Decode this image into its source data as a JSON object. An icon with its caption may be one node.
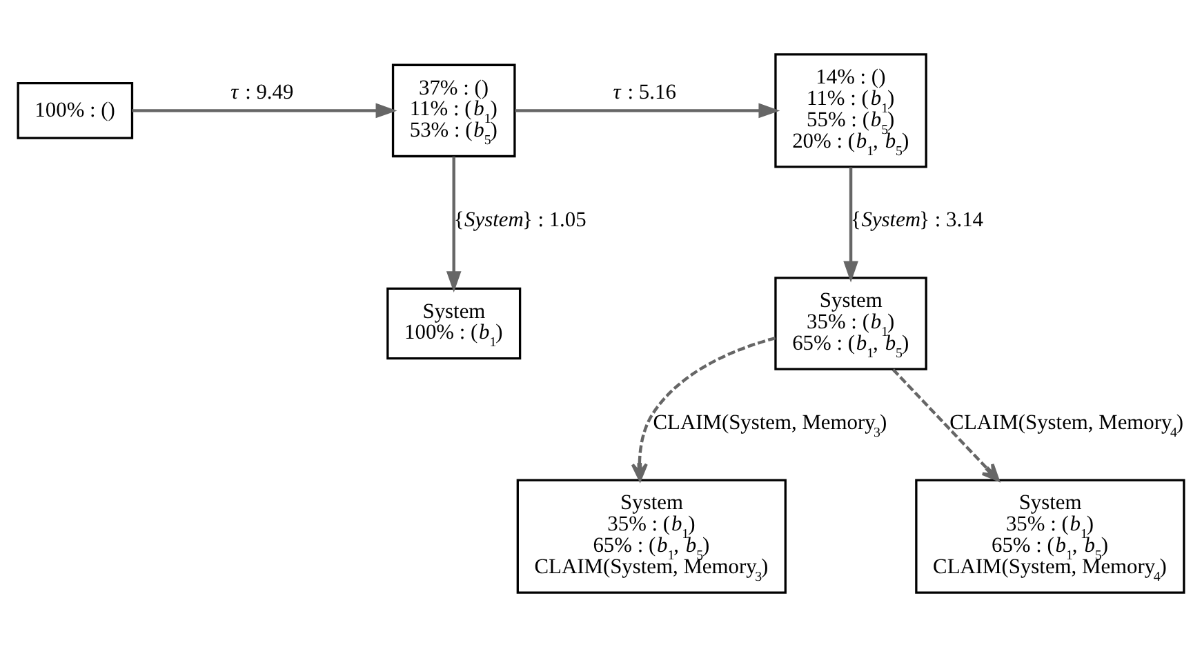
{
  "diagram": {
    "nodes": [
      {
        "text": [
          "100% : ()"
        ]
      },
      {
        "text": [
          "37% : ()",
          "11% : (*b*$_{1}$)",
          "53% : (*b*$_{5}$)"
        ]
      },
      {
        "text": [
          "14% : ()",
          "11% : (*b*$_{1}$)",
          "55% : (*b*$_{5}$)",
          "20% : (*b*$_{1}$, *b*$_{5}$)"
        ]
      },
      {
        "text": [
          "System",
          "100% : (*b*$_{1}$)"
        ]
      },
      {
        "text": [
          "System",
          "35% : (*b*$_{1}$)",
          "65% : (*b*$_{1}$, *b*$_{5}$)"
        ]
      },
      {
        "text": [
          "System",
          "35% : (*b*$_{1}$)",
          "65% : (*b*$_{1}$, *b*$_{5}$)",
          "CLAIM(System, Memory$_{3}$)"
        ]
      },
      {
        "text": [
          "System",
          "35% : (*b*$_{1}$)",
          "65% : (*b*$_{1}$, *b*$_{5}$)",
          "CLAIM(System, Memory$_{4}$)"
        ]
      }
    ],
    "edges": [
      {
        "from": 0,
        "to": 1,
        "arrow": "to",
        "label": "*τ* : 9.49"
      },
      {
        "from": 1,
        "to": 2,
        "arrow": "to",
        "label": "*τ* : 5.16"
      },
      {
        "from": 1,
        "to": 3,
        "arrow": "to",
        "label": "{*System*} : 1.05"
      },
      {
        "from": 2,
        "to": 4,
        "arrow": "to",
        "label": "{*System*} : 3.14"
      },
      {
        "from": 4,
        "to": 5,
        "arrow": "to",
        "style": "dashed",
        "label": "CLAIM(System, Memory$_{3}$)"
      },
      {
        "from": 4,
        "to": 6,
        "arrow": "to",
        "style": "dashed",
        "label": "CLAIM(System, Memory$_{4}$)"
      }
    ]
  }
}
